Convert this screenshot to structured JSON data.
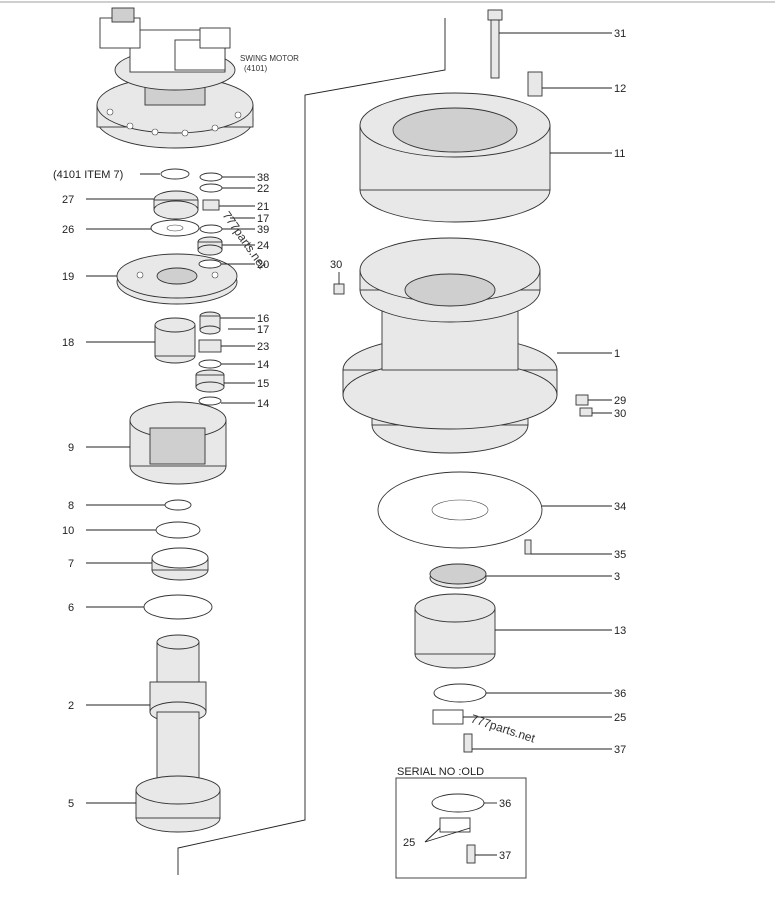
{
  "motor_label": {
    "line1": "SWING MOTOR",
    "line2": "(4101)"
  },
  "item_ref": "(4101 ITEM 7)",
  "serial_label": "SERIAL NO :OLD",
  "watermarks": [
    "777parts.net",
    "777parts.net"
  ],
  "callouts": {
    "c38": "38",
    "c22": "22",
    "c27": "27",
    "c21": "21",
    "c17a": "17",
    "c26": "26",
    "c39": "39",
    "c24": "24",
    "c20": "20",
    "c19": "19",
    "c16": "16",
    "c17b": "17",
    "c18": "18",
    "c23": "23",
    "c14a": "14",
    "c15": "15",
    "c14b": "14",
    "c9": "9",
    "c8": "8",
    "c10": "10",
    "c7": "7",
    "c6": "6",
    "c2": "2",
    "c5": "5",
    "c31": "31",
    "c12": "12",
    "c11": "11",
    "c30": "30",
    "c1": "1",
    "c29": "29",
    "c30b": "30",
    "c34": "34",
    "c35": "35",
    "c3": "3",
    "c13": "13",
    "c36": "36",
    "c25": "25",
    "c37": "37",
    "c36b": "36",
    "c25b": "25",
    "c37b": "37"
  }
}
